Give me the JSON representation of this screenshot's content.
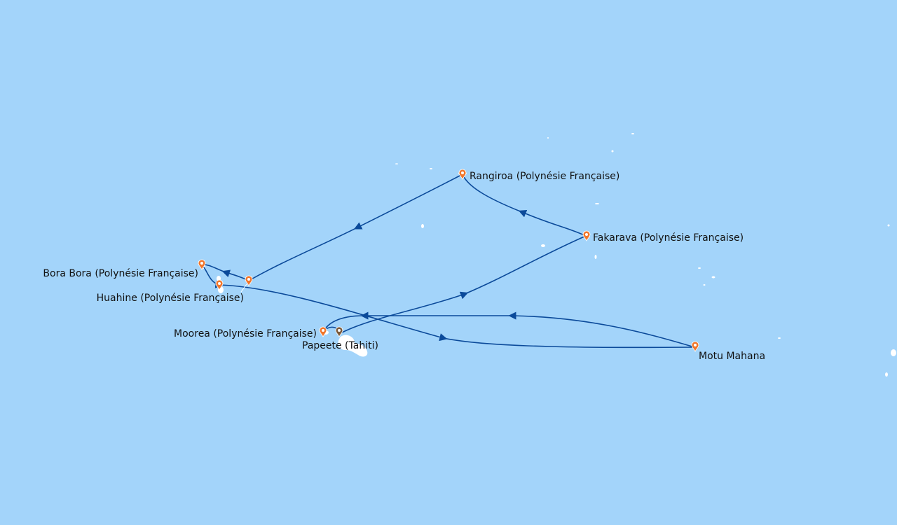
{
  "map": {
    "colors": {
      "ocean": "#a3d4fa",
      "land": "#ffffff",
      "route": "#0b4a9a",
      "marker": "#f0762c",
      "marker_start": "#7a5a3c",
      "label": "#111111"
    },
    "ports": [
      {
        "id": "rangiroa",
        "label": "Rangiroa (Polynésie Française)",
        "marker_icon": "map-pin-icon"
      },
      {
        "id": "fakarava",
        "label": "Fakarava (Polynésie Française)",
        "marker_icon": "map-pin-icon"
      },
      {
        "id": "bora-bora",
        "label": "Bora Bora (Polynésie Française)",
        "marker_icon": "map-pin-icon"
      },
      {
        "id": "huahine",
        "label": "Huahine (Polynésie Française)",
        "marker_icon": "map-pin-icon"
      },
      {
        "id": "moorea",
        "label": "Moorea (Polynésie Française)",
        "marker_icon": "map-pin-icon"
      },
      {
        "id": "papeete",
        "label": "Papeete (Tahiti)",
        "marker_icon": "map-pin-icon",
        "start": true
      },
      {
        "id": "motu-mahana",
        "label": "Motu Mahana",
        "marker_icon": "map-pin-icon"
      }
    ]
  }
}
